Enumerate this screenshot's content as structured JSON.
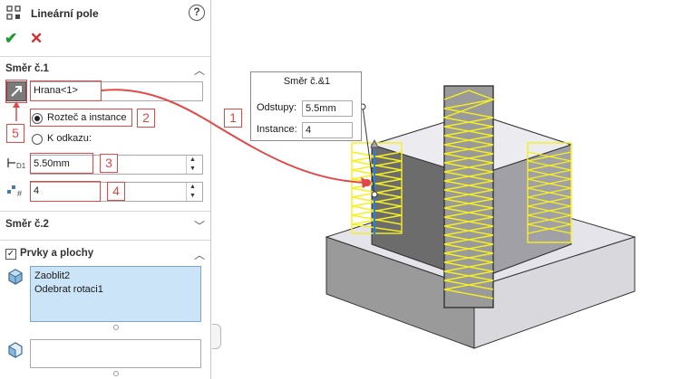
{
  "panel": {
    "title": "Lineární pole",
    "help_label": "?",
    "ok_label": "✔",
    "cancel_label": "✕",
    "dir1": {
      "header": "Směr č.1",
      "edge_value": "Hrana<1>",
      "radio_spacing": "Rozteč a instance",
      "radio_reference": "K odkazu:",
      "spacing_value": "5.50mm",
      "instances_value": "4"
    },
    "dir2": {
      "header": "Směr č.2"
    },
    "features": {
      "header": "Prvky a plochy",
      "checked": true,
      "items": [
        "Zaoblit2",
        "Odebrat rotaci1"
      ]
    }
  },
  "popup": {
    "title": "Směr č.&1",
    "spacing_label": "Odstupy:",
    "spacing_value": "5.5mm",
    "instances_label": "Instance:",
    "instances_value": "4"
  },
  "callouts": [
    "1",
    "2",
    "3",
    "4",
    "5"
  ],
  "colors": {
    "accent_red": "#e34848",
    "selection_yellow": "#f5f01e",
    "list_blue": "#cce4f7",
    "part_gray": "#9a9a9a"
  }
}
